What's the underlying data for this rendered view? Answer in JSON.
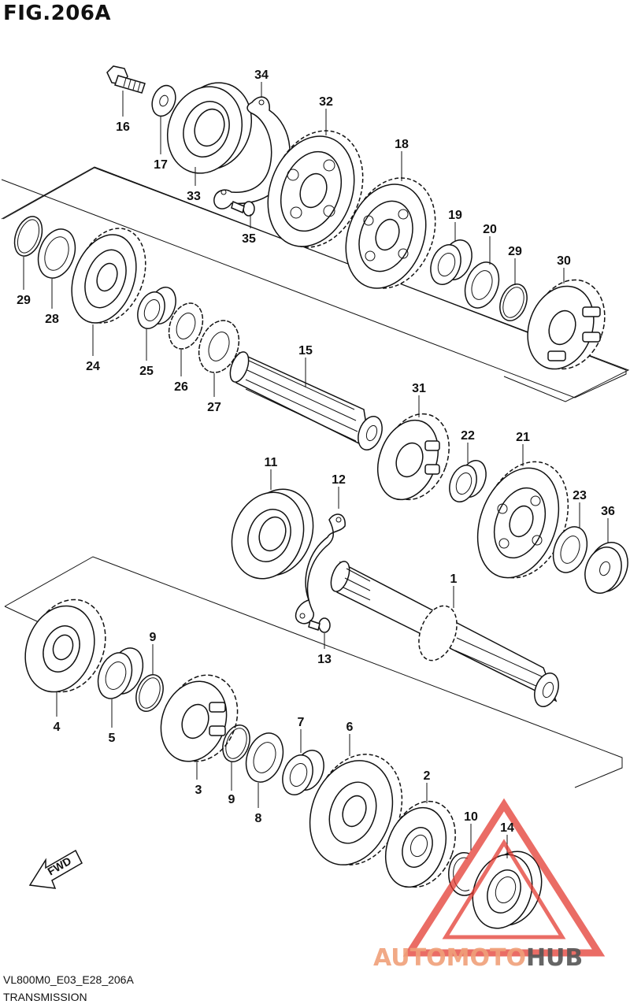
{
  "figure": {
    "title": "FIG.206A",
    "code": "VL800M0_E03_E28_206A",
    "caption": "TRANSMISSION"
  },
  "fwd_label": "FWD",
  "watermark": {
    "part1": "AUTOMOTO",
    "part2": "HUB",
    "color_primary": "#f0a07a",
    "color_secondary": "#555555",
    "logo_color": "#e33b32"
  },
  "colors": {
    "line": "#111111",
    "background": "#ffffff"
  },
  "callouts": {
    "c1": "1",
    "c2": "2",
    "c3": "3",
    "c4": "4",
    "c5": "5",
    "c6": "6",
    "c7": "7",
    "c8": "8",
    "c9a": "9",
    "c9b": "9",
    "c10": "10",
    "c11": "11",
    "c12": "12",
    "c13": "13",
    "c14": "14",
    "c15": "15",
    "c16": "16",
    "c17": "17",
    "c18": "18",
    "c19": "19",
    "c20": "20",
    "c21": "21",
    "c22": "22",
    "c23": "23",
    "c24": "24",
    "c25": "25",
    "c26": "26",
    "c27": "27",
    "c28": "28",
    "c29a": "29",
    "c29b": "29",
    "c30": "30",
    "c31": "31",
    "c32": "32",
    "c33": "33",
    "c34": "34",
    "c35": "35",
    "c36": "36"
  }
}
